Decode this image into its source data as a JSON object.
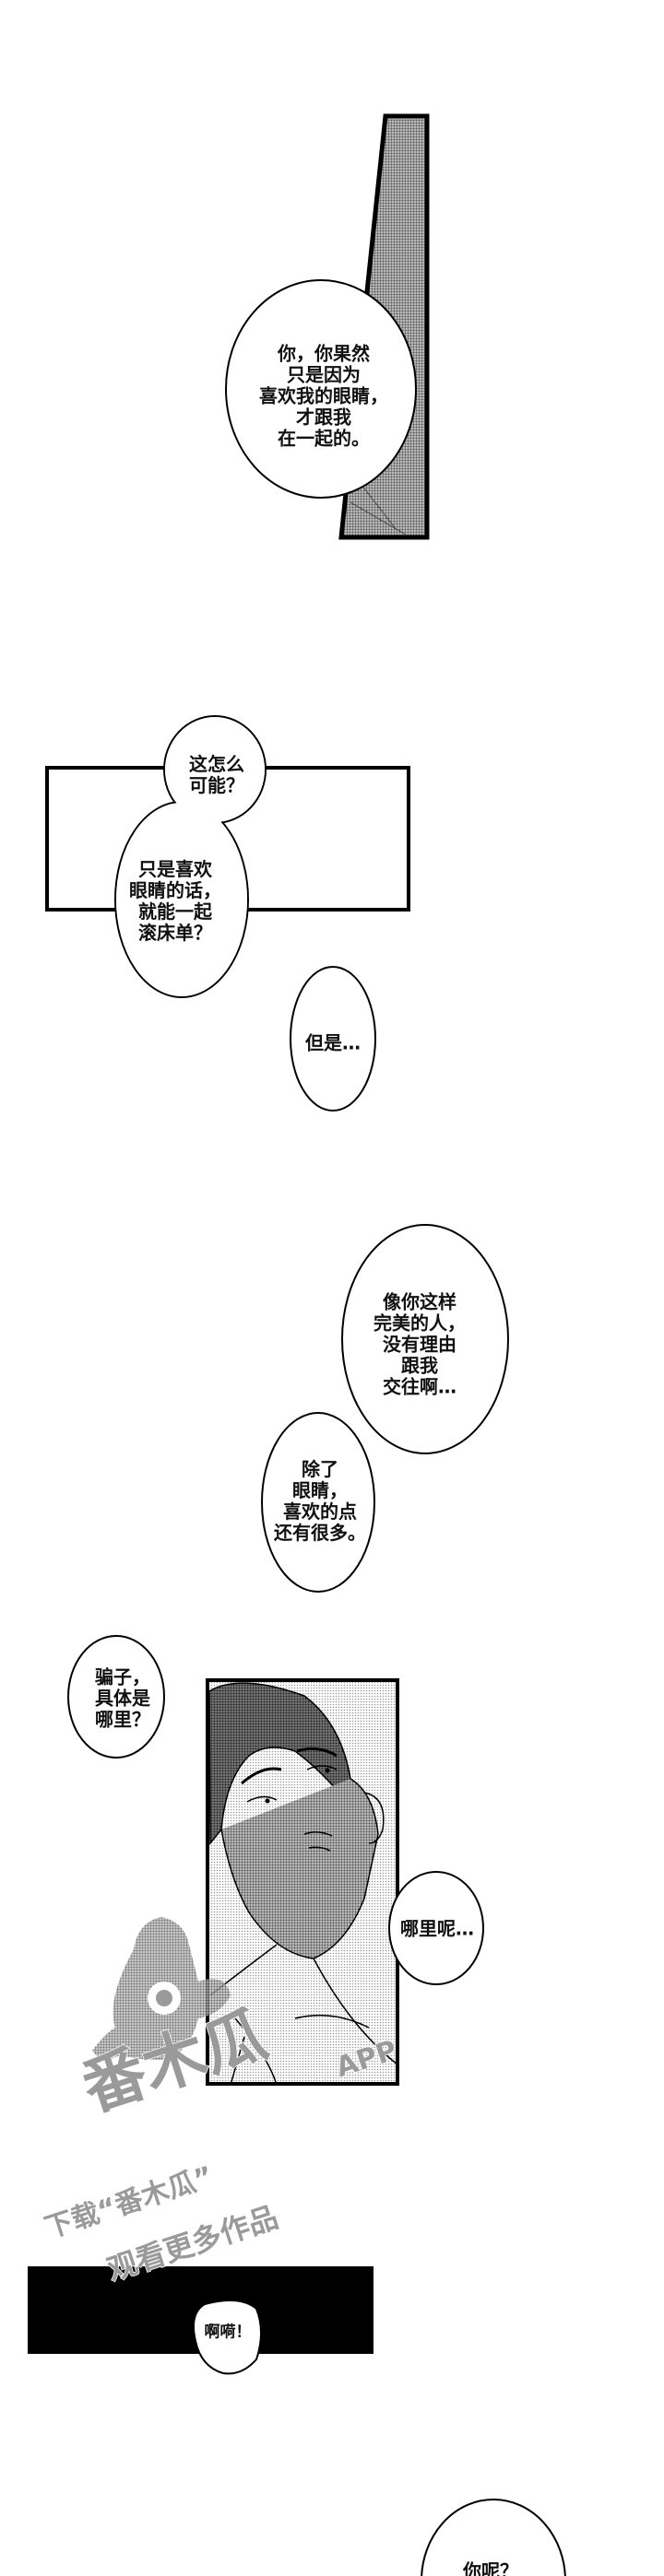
{
  "comic": {
    "bubbles": [
      {
        "text": "你，你果然\n只是因为\n喜欢我的眼睛，\n才跟我\n在一起的。"
      },
      {
        "text": "这怎么\n可能？"
      },
      {
        "text": "只是喜欢\n眼睛的话，\n就能一起\n滚床单？"
      },
      {
        "text": "但是…"
      },
      {
        "text": "像你这样\n完美的人，\n没有理由\n跟我\n交往啊…"
      },
      {
        "text": "除了\n眼睛，\n喜欢的点\n还有很多。"
      },
      {
        "text": "骗子，\n具体是\n哪里？"
      },
      {
        "text": "哪里呢…"
      },
      {
        "text": "啊嗬！"
      },
      {
        "text": "你呢？"
      }
    ],
    "watermark": {
      "logo_text": "番木瓜",
      "app": "APP",
      "line1": "下载“番木瓜”",
      "line2": "观看更多作品"
    },
    "colors": {
      "ink": "#000000",
      "halftone": "#7a7a7a",
      "watermark": "#9a9a9a"
    }
  }
}
